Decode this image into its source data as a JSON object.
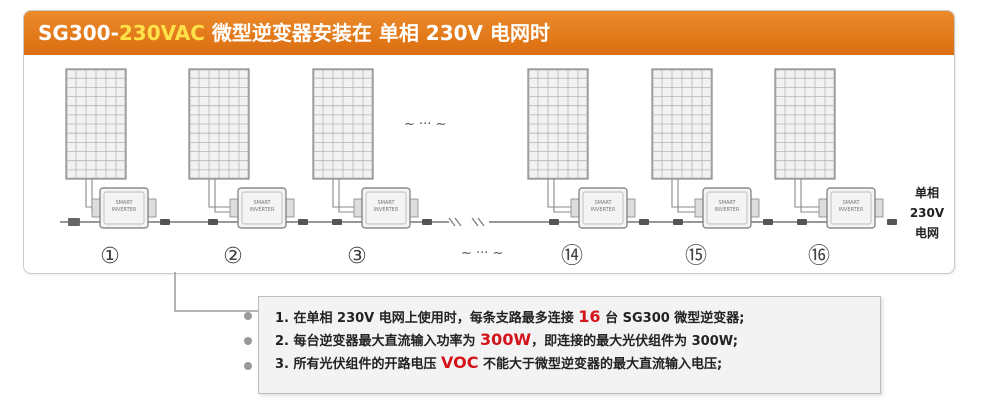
{
  "header": {
    "title_prefix": "SG300-",
    "title_highlight": "230VAC",
    "title_rest": " 微型逆变器安装在 单相 230V 电网时"
  },
  "units": [
    {
      "label": "①"
    },
    {
      "label": "②"
    },
    {
      "label": "③"
    },
    {
      "label": "⑭"
    },
    {
      "label": "⑮"
    },
    {
      "label": "⑯"
    }
  ],
  "inverter_text": {
    "line1": "SMART",
    "line2": "INVERTER"
  },
  "ellipsis_top": "~ ··· ~",
  "ellipsis_bottom": "~ ··· ~",
  "grid_label": {
    "line1": "单相",
    "line2": "230V",
    "line3": "电网"
  },
  "notes": [
    {
      "pre": "1. 在单相 230V 电网上使用时，每条支路最多连接 ",
      "hl": "16",
      "post": " 台 SG300 微型逆变器;"
    },
    {
      "pre": "2. 每台逆变器最大直流输入功率为 ",
      "hl": "300W",
      "post": "，即连接的最大光伏组件为 300W;"
    },
    {
      "pre": "3. 所有光伏组件的开路电压 ",
      "hl": "VOC",
      "post": " 不能大于微型逆变器的最大直流输入电压;"
    }
  ],
  "colors": {
    "header": "#e07a1c",
    "highlight": "#ffe14a",
    "accent_red": "#d3141a"
  }
}
